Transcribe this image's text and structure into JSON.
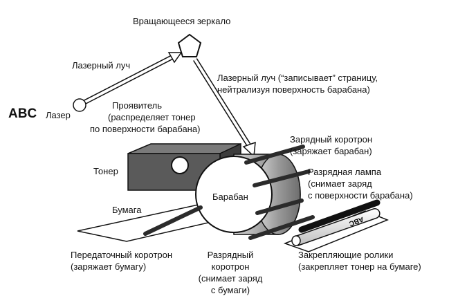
{
  "labels": {
    "mirror": "Вращающееся зеркало",
    "laser_beam": "Лазерный луч",
    "laser_beam_write": "Лазерный луч (“записывает” страницу,",
    "laser_beam_write_2": "нейтрализуя поверхность барабана)",
    "abc": "ABC",
    "laser": "Лазер",
    "developer": "Проявитель",
    "developer_2": "(распределяет тонер",
    "developer_3": "по поверхности барабана)",
    "charge_corotron": "Зарядный коротрон",
    "charge_corotron_2": "(заряжает барабан)",
    "toner": "Тонер",
    "erase_lamp": "Разрядная лампа",
    "erase_lamp_2": "(снимает заряд",
    "erase_lamp_3": "с поверхности барабана)",
    "drum": "Барабан",
    "paper": "Бумага",
    "transfer_corotron": "Передаточный коротрон",
    "transfer_corotron_2": "(заряжает бумагу)",
    "discharge_corotron": "Разрядный",
    "discharge_corotron_2": "коротрон",
    "discharge_corotron_3": "(снимает заряд",
    "discharge_corotron_4": "с бумаги)",
    "fuser_rollers": "Закрепляющие ролики",
    "fuser_rollers_2": "(закрепляет тонер на бумаге)",
    "paper_print": "ABC"
  },
  "colors": {
    "line": "#111111",
    "toner_box": "#5a5a5a",
    "drum_shade": "#9a9a9a",
    "bar": "#2b2b2b"
  }
}
